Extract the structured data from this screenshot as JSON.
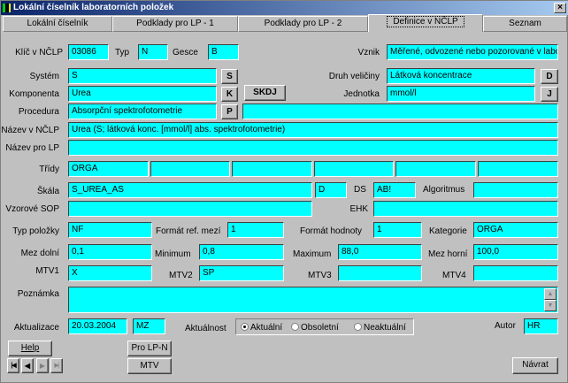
{
  "window": {
    "title": "Lokální číselník laboratorních položek",
    "close": "×"
  },
  "tabs": [
    "Lokální číselník",
    "Podklady pro LP - 1",
    "Podklady pro LP - 2",
    "Definice v NČLP",
    "Seznam"
  ],
  "labels": {
    "klic": "Klíč v NČLP",
    "typ": "Typ",
    "gesce": "Gesce",
    "vznik": "Vznik",
    "system": "Systém",
    "druh": "Druh veličiny",
    "komponenta": "Komponenta",
    "jednotka": "Jednotka",
    "procedura": "Procedura",
    "nazev_nclp": "Název v NČLP",
    "nazev_lp": "Název pro LP",
    "tridy": "Třídy",
    "skala": "Škála",
    "ds": "DS",
    "algoritmus": "Algoritmus",
    "sop": "Vzorové SOP",
    "ehk": "EHK",
    "typ_polozky": "Typ položky",
    "format_ref": "Formát ref. mezí",
    "format_hod": "Formát hodnoty",
    "kategorie": "Kategorie",
    "mez_dolni": "Mez dolní",
    "minimum": "Minimum",
    "maximum": "Maximum",
    "mez_horni": "Mez horní",
    "mtv1": "MTV1",
    "mtv2": "MTV2",
    "mtv3": "MTV3",
    "mtv4": "MTV4",
    "poznamka": "Poznámka",
    "aktualizace": "Aktualizace",
    "aktualnost": "Aktuálnost",
    "autor": "Autor"
  },
  "values": {
    "klic": "03086",
    "typ": "N",
    "gesce": "B",
    "vznik": "Měřené, odvozené nebo pozorované v labo",
    "system": "S",
    "druh": "Látková koncentrace",
    "komponenta": "Urea",
    "jednotka": "mmol/l",
    "procedura": "Absorpční spektrofotometrie",
    "procedura2": "",
    "nazev_nclp": "Urea (S; látková konc. [mmol/l] abs. spektrofotometrie)",
    "nazev_lp": "",
    "tridy": [
      "ORGA",
      "",
      "",
      "",
      "",
      ""
    ],
    "skala": "S_UREA_AS",
    "skala2": "D",
    "ds": "AB!",
    "algoritmus": "",
    "sop": "",
    "ehk": "",
    "typ_polozky": "NF",
    "format_ref": "1",
    "format_hod": "1",
    "kategorie": "ORGA",
    "mez_dolni": "0,1",
    "minimum": "0,8",
    "maximum": "88,0",
    "mez_horni": "100,0",
    "mtv1": "X",
    "mtv2": "SP",
    "mtv3": "",
    "mtv4": "",
    "poznamka": "",
    "aktualizace": "20.03.2004",
    "aktualizace_user": "MZ",
    "autor": "HR"
  },
  "aktualnost": {
    "options": [
      "Aktuální",
      "Obsoletní",
      "Neaktuální"
    ],
    "selected": "Aktuální"
  },
  "buttons": {
    "s": "S",
    "k": "K",
    "p": "P",
    "d": "D",
    "j": "J",
    "skdj": "SKDJ",
    "help": "Help",
    "pro_lp_n": "Pro LP-N",
    "mtv": "MTV",
    "navrat": "Návrat"
  },
  "nav": {
    "first": "|◀",
    "prev": "◀",
    "next": "▶",
    "last": "▶|"
  }
}
